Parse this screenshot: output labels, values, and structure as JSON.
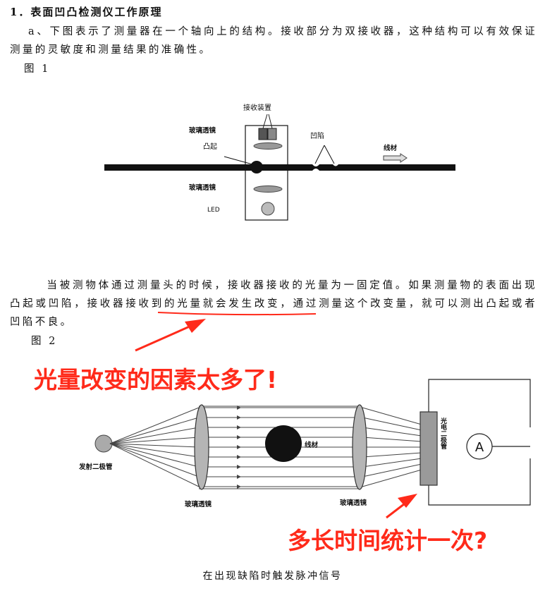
{
  "document": {
    "heading": "1．表面凹凸检测仪工作原理",
    "para1": "a、下图表示了测量器在一个轴向上的结构。接收部分为双接收器，这种结构可以有效保证测量的灵敏度和测量结果的准确性。",
    "fig1_label": "图 1",
    "para2_before": "当被测物体通过测量头的时候，接收器接收的光量为一固定值。如果测量物的表面出现凸起或凹陷，接收器",
    "para2_underlined": "接收到的光量就会发生改变",
    "para2_after": "，通过测量这个改变量，就可以测出凸起或者凹陷不良。",
    "fig2_label": "图 2",
    "caption": "在出现缺陷时触发脉冲信号"
  },
  "figure1": {
    "receiver_label": "接收装置",
    "lens_top_label": "玻璃透镜",
    "bump_label": "凸起",
    "dent_label": "凹陷",
    "wire_label": "线材",
    "lens_bottom_label": "玻璃透镜",
    "led_label": "LED"
  },
  "figure2": {
    "emitter_label": "发射二极管",
    "lens_left_label": "玻璃透镜",
    "wire_label": "线材",
    "lens_right_label": "玻璃透镜",
    "receiver_label": "光电二极管",
    "meter_label": "A"
  },
  "annotations": {
    "note1": "光量改变的因素太多了!",
    "note2": "多长时间统计一次?",
    "color": "#ff2a1a"
  }
}
